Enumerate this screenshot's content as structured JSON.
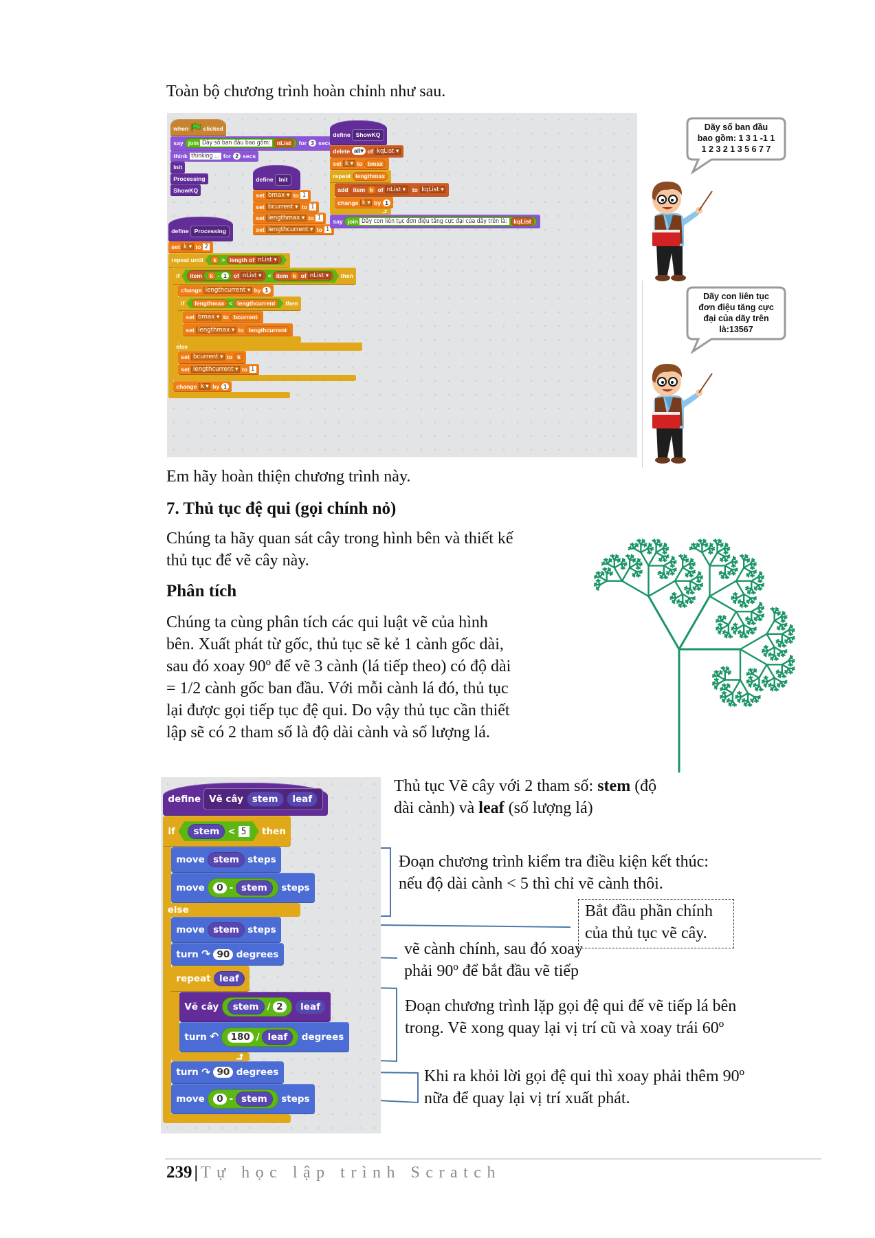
{
  "intro": "Toàn bộ chương trình hoàn chỉnh như sau.",
  "colors": {
    "events": "#C88330",
    "looks": "#8A55D7",
    "custom": "#632D99",
    "data": "#EE7D16",
    "list": "#CC5B22",
    "control": "#E1A91A",
    "operators": "#5CB712",
    "motion": "#4A6CD4",
    "param": "#5947B1",
    "tree": "#1B9566",
    "annotation_line": "#4A78A8"
  },
  "top_program": {
    "scripts": [
      {
        "hat": "event",
        "cat": "events",
        "parts": [
          "when",
          {
            "icon": "green-flag"
          },
          "clicked"
        ],
        "blocks": [
          {
            "cat": "looks",
            "parts": [
              "say",
              {
                "r": [
                  "join",
                  {
                    "s": "Dãy số ban đầu bao gồm:"
                  },
                  {
                    "r": "nList",
                    "c": "list"
                  }
                ],
                "c": "operators"
              },
              "for",
              {
                "n": "3"
              },
              "secs"
            ]
          },
          {
            "cat": "looks",
            "parts": [
              "think",
              {
                "s": "thinking ..."
              },
              "for",
              {
                "n": "2"
              },
              "secs"
            ]
          },
          {
            "cat": "custom",
            "parts": [
              "Init"
            ]
          },
          {
            "cat": "custom",
            "parts": [
              "Processing"
            ]
          },
          {
            "cat": "custom",
            "parts": [
              "ShowKQ"
            ]
          }
        ]
      },
      {
        "hat": "define",
        "cat": "custom",
        "parts": [
          "define"
        ],
        "proto": [
          "Init"
        ],
        "blocks": [
          {
            "cat": "data",
            "parts": [
              "set",
              {
                "d": "bmax"
              },
              "to",
              {
                "s": "1"
              }
            ]
          },
          {
            "cat": "data",
            "parts": [
              "set",
              {
                "d": "bcurrent"
              },
              "to",
              {
                "s": "1"
              }
            ]
          },
          {
            "cat": "data",
            "parts": [
              "set",
              {
                "d": "lengthmax"
              },
              "to",
              {
                "s": "1"
              }
            ]
          },
          {
            "cat": "data",
            "parts": [
              "set",
              {
                "d": "lengthcurrent"
              },
              "to",
              {
                "s": "1"
              }
            ]
          }
        ]
      },
      {
        "hat": "define",
        "cat": "custom",
        "parts": [
          "define"
        ],
        "proto": [
          "Processing"
        ],
        "blocks": [
          {
            "cat": "data",
            "parts": [
              "set",
              {
                "d": "k"
              },
              "to",
              {
                "s": "2"
              }
            ]
          },
          {
            "cat": "control",
            "parts": [
              "repeat until",
              {
                "b": [
                  {
                    "r": "k"
                  },
                  ">",
                  {
                    "r": [
                      "length",
                      "of",
                      {
                        "d": "nList"
                      }
                    ],
                    "c": "list"
                  }
                ]
              }
            ],
            "body": [
              {
                "cat": "control",
                "parts": [
                  "if",
                  {
                    "b": [
                      {
                        "r": [
                          "item",
                          {
                            "r": [
                              {
                                "r": "k"
                              },
                              "-",
                              {
                                "n": "1"
                              }
                            ],
                            "c": "operators"
                          },
                          "of",
                          {
                            "d": "nList"
                          }
                        ],
                        "c": "list"
                      },
                      "<",
                      {
                        "r": [
                          "item",
                          {
                            "r": "k"
                          },
                          "of",
                          {
                            "d": "nList"
                          }
                        ],
                        "c": "list"
                      }
                    ]
                  },
                  "then"
                ],
                "body": [
                  {
                    "cat": "data",
                    "parts": [
                      "change",
                      {
                        "d": "lengthcurrent"
                      },
                      "by",
                      {
                        "n": "1"
                      }
                    ]
                  },
                  {
                    "cat": "control",
                    "parts": [
                      "if",
                      {
                        "b": [
                          {
                            "r": "lengthmax"
                          },
                          "<",
                          {
                            "r": "lengthcurrent"
                          }
                        ]
                      },
                      "then"
                    ],
                    "body": [
                      {
                        "cat": "data",
                        "parts": [
                          "set",
                          {
                            "d": "bmax"
                          },
                          "to",
                          {
                            "r": "bcurrent"
                          }
                        ]
                      },
                      {
                        "cat": "data",
                        "parts": [
                          "set",
                          {
                            "d": "lengthmax"
                          },
                          "to",
                          {
                            "r": "lengthcurrent"
                          }
                        ]
                      }
                    ]
                  }
                ],
                "else_label": "else",
                "else_body": [
                  {
                    "cat": "data",
                    "parts": [
                      "set",
                      {
                        "d": "bcurrent"
                      },
                      "to",
                      {
                        "r": "k"
                      }
                    ]
                  },
                  {
                    "cat": "data",
                    "parts": [
                      "set",
                      {
                        "d": "lengthcurrent"
                      },
                      "to",
                      {
                        "s": "1"
                      }
                    ]
                  }
                ]
              },
              {
                "cat": "data",
                "parts": [
                  "change",
                  {
                    "d": "k"
                  },
                  "by",
                  {
                    "n": "1"
                  }
                ]
              }
            ]
          }
        ]
      },
      {
        "hat": "define",
        "cat": "custom",
        "parts": [
          "define"
        ],
        "proto": [
          "ShowKQ"
        ],
        "blocks": [
          {
            "cat": "list",
            "parts": [
              "delete",
              {
                "rd": "all"
              },
              "of",
              {
                "d": "kqList"
              }
            ]
          },
          {
            "cat": "data",
            "parts": [
              "set",
              {
                "d": "k"
              },
              "to",
              {
                "r": "bmax"
              }
            ]
          },
          {
            "cat": "control",
            "parts": [
              "repeat",
              {
                "r": "lengthmax"
              }
            ],
            "body": [
              {
                "cat": "list",
                "parts": [
                  "add",
                  {
                    "r": [
                      "item",
                      {
                        "r": "k"
                      },
                      "of",
                      {
                        "d": "nList"
                      }
                    ],
                    "c": "list"
                  },
                  "to",
                  {
                    "d": "kqList"
                  }
                ]
              },
              {
                "cat": "data",
                "parts": [
                  "change",
                  {
                    "d": "k"
                  },
                  "by",
                  {
                    "n": "1"
                  }
                ]
              }
            ]
          },
          {
            "cat": "looks",
            "parts": [
              "say",
              {
                "r": [
                  "join",
                  {
                    "s": "Dãy con liên tục đơn điệu tăng cực đại của dãy trên là:"
                  },
                  {
                    "r": "kqList",
                    "c": "list"
                  }
                ],
                "c": "operators"
              }
            ]
          }
        ]
      }
    ]
  },
  "bubbles": [
    {
      "lines": [
        "Dãy số ban đầu",
        "bao gồm: 1 3 1 -1 1",
        "1 2 3 2 1 3 5 6 7 7"
      ]
    },
    {
      "lines": [
        "Dãy con liên tục",
        "đơn điệu tăng cực",
        "đại của dãy trên",
        "là:13567"
      ]
    }
  ],
  "after_program": "Em hãy hoàn thiện chương trình này.",
  "section_heading": "7. Thủ tục đệ qui (gọi chính nỏ)",
  "section_intro": [
    "Chúng ta hãy quan sát cây trong hình bên và thiết kế",
    "thủ tục để vẽ cây này."
  ],
  "analysis_heading": "Phân tích",
  "analysis_text": [
    "Chúng ta cùng phân tích các qui luật vẽ của hình",
    "bên. Xuất phát từ gốc, thủ tục sẽ kẻ 1 cành gốc dài,",
    "sau đó xoay 90º để vẽ 3 cành (lá tiếp theo) có độ dài",
    "= 1/2 cành gốc ban đầu. Với mỗi cành lá đó, thủ tục",
    "lại được gọi tiếp tục đệ qui. Do vậy thủ tục cần thiết",
    "lập sẽ có 2 tham số là độ dài cành và số lượng lá."
  ],
  "tree_program": {
    "scripts": [
      {
        "hat": "define",
        "cat": "custom",
        "parts": [
          "define"
        ],
        "proto": [
          "Vẽ cây",
          {
            "r": "stem",
            "c": "param"
          },
          {
            "r": "leaf",
            "c": "param"
          }
        ],
        "blocks": [
          {
            "cat": "control",
            "parts": [
              "if",
              {
                "b": [
                  {
                    "r": "stem",
                    "c": "param"
                  },
                  "<",
                  {
                    "s": "5"
                  }
                ]
              },
              "then"
            ],
            "body": [
              {
                "cat": "motion",
                "parts": [
                  "move",
                  {
                    "r": "stem",
                    "c": "param"
                  },
                  "steps"
                ]
              },
              {
                "cat": "motion",
                "parts": [
                  "move",
                  {
                    "r": [
                      {
                        "n": "0"
                      },
                      "-",
                      {
                        "r": "stem",
                        "c": "param"
                      }
                    ],
                    "c": "operators"
                  },
                  "steps"
                ]
              }
            ],
            "else_label": "else",
            "else_body": [
              {
                "cat": "motion",
                "parts": [
                  "move",
                  {
                    "r": "stem",
                    "c": "param"
                  },
                  "steps"
                ]
              },
              {
                "cat": "motion",
                "parts": [
                  "turn",
                  {
                    "icon": "turn-right"
                  },
                  {
                    "n": "90"
                  },
                  "degrees"
                ]
              },
              {
                "cat": "control",
                "parts": [
                  "repeat",
                  {
                    "r": "leaf",
                    "c": "param"
                  }
                ],
                "body": [
                  {
                    "cat": "custom",
                    "parts": [
                      "Vẽ cây",
                      {
                        "r": [
                          {
                            "r": "stem",
                            "c": "param"
                          },
                          "/",
                          {
                            "n": "2"
                          }
                        ],
                        "c": "operators"
                      },
                      {
                        "r": "leaf",
                        "c": "param"
                      }
                    ]
                  },
                  {
                    "cat": "motion",
                    "parts": [
                      "turn",
                      {
                        "icon": "turn-left"
                      },
                      {
                        "r": [
                          {
                            "n": "180"
                          },
                          "/",
                          {
                            "r": "leaf",
                            "c": "param"
                          }
                        ],
                        "c": "operators"
                      },
                      "degrees"
                    ]
                  }
                ]
              },
              {
                "cat": "motion",
                "parts": [
                  "turn",
                  {
                    "icon": "turn-right"
                  },
                  {
                    "n": "90"
                  },
                  "degrees"
                ]
              },
              {
                "cat": "motion",
                "parts": [
                  "move",
                  {
                    "r": [
                      {
                        "n": "0"
                      },
                      "-",
                      {
                        "r": "stem",
                        "c": "param"
                      }
                    ],
                    "c": "operators"
                  },
                  "steps"
                ]
              }
            ]
          }
        ]
      }
    ]
  },
  "annotations": {
    "procedure": {
      "before": "Thủ tục Vẽ cây với 2 tham số: ",
      "stem": "stem",
      "mid1": " (độ",
      "line2_before": "dài cành) và ",
      "leaf": "leaf",
      "after": " (số lượng lá)"
    },
    "stop_condition": [
      "Đoạn chương trình kiểm tra điều kiện kết thúc:",
      "nếu độ dài cành < 5 thì chỉ vẽ cành thôi."
    ],
    "main_part": [
      "Bắt đầu phần chính",
      "của thủ tục vẽ cây."
    ],
    "main_branch": [
      "vẽ cành chính, sau đó xoay",
      "phải 90º để bắt đầu vẽ tiếp"
    ],
    "recursion_loop": [
      "Đoạn chương trình lặp gọi đệ qui để vẽ tiếp lá bên",
      "trong. Vẽ xong quay lại vị trí cũ và xoay trái 60º"
    ],
    "return": [
      "Khi ra khỏi lời gọi đệ qui thì xoay phải thêm 90º",
      "nữa để quay lại vị trí xuất phát."
    ]
  },
  "footer": {
    "page_number": "239",
    "separator": "|",
    "book_title": "Tự học lập trình Scratch"
  }
}
